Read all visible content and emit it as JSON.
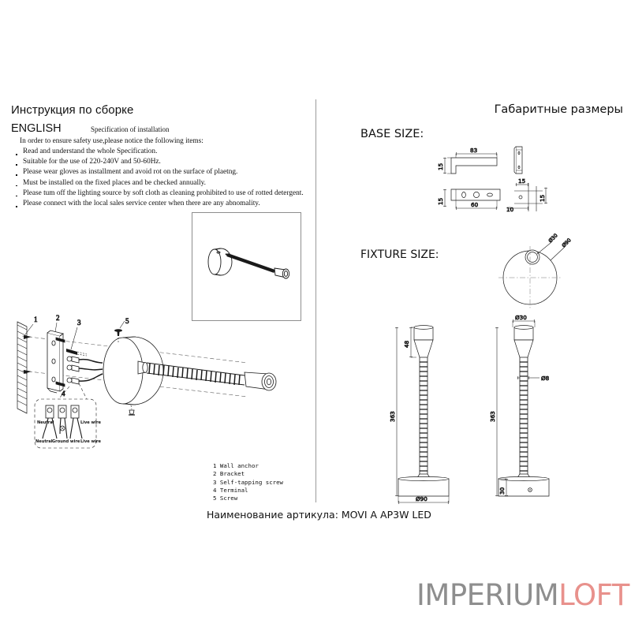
{
  "document": {
    "title_ru": "Инструкция по сборке",
    "overall_dimensions_title": "Габаритные размеры",
    "article_label": "Наименование артикула: MOVI A AP3W LED"
  },
  "english_section": {
    "language_label": "ENGLISH",
    "subtitle": "Specification of installation",
    "intro": "In order to ensure safety use,please notice the following items:",
    "bullets": [
      "Read and understand the whole Specification.",
      "Suitable for the use of 220-240V and 50-60Hz.",
      "Please wear gloves as installment and avoid rot on the surface of plaetng.",
      "Must be installed on the fixed places and be checked annually.",
      "Please tum off the lighting source by soft cloth as cleaning prohibited to use of rotted detergent.",
      "Please connect with the local sales service center when there are any abnomality."
    ]
  },
  "assembly": {
    "callouts": [
      "1",
      "2",
      "3",
      "4",
      "5"
    ],
    "terminal_callout": "4",
    "wiring": {
      "top_left": "Neutral",
      "top_right": "Live wire",
      "bottom_left": "Neutral",
      "bottom_center": "Ground wire",
      "bottom_right": "Live wire"
    },
    "parts_list": [
      "1 Wall anchor",
      "2 Bracket",
      "3 Self-tapping screw",
      "4 Terminal",
      "5 Screw"
    ]
  },
  "base_size": {
    "title": "BASE SIZE:",
    "dimensions": {
      "profile_height": "15",
      "profile_length": "83",
      "front_height": "15",
      "hole_spacing": "60",
      "detail_width": "15",
      "detail_height": "15",
      "detail_offset": "10"
    }
  },
  "fixture_size": {
    "title": "FIXTURE SIZE:",
    "dimensions": {
      "head_diameter_top": "Ø30",
      "base_diameter_top": "Ø90",
      "head_height": "48",
      "head_diameter_front": "Ø30",
      "total_height_left": "363",
      "total_height_right": "363",
      "gooseneck_diameter": "Ø8",
      "base_height": "30",
      "base_diameter_front": "Ø90"
    }
  },
  "branding": {
    "logo_primary": "IMPERIUM",
    "logo_accent": "LOFT",
    "primary_color": "#8e8e8e",
    "accent_color": "#e8918c"
  }
}
